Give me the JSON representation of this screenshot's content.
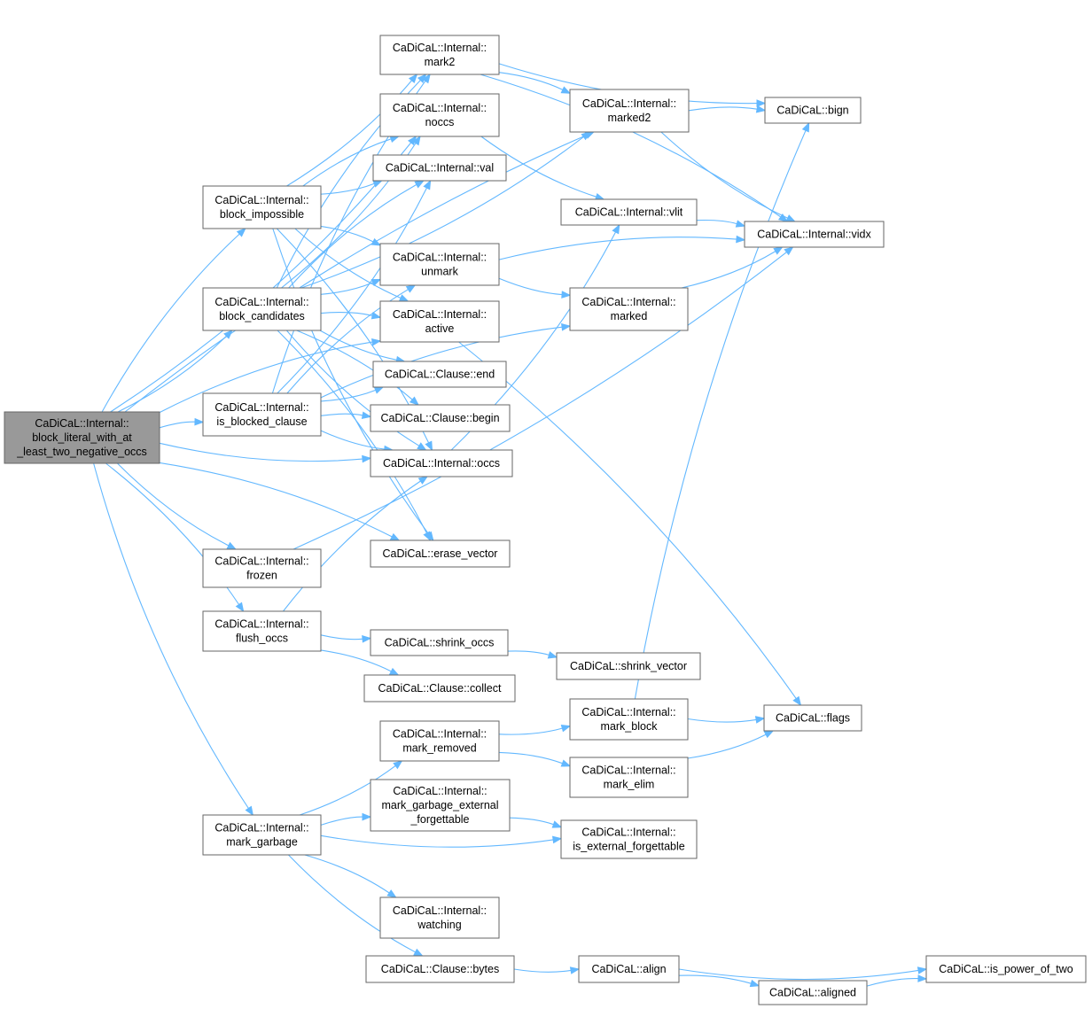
{
  "graph": {
    "nodes": [
      {
        "id": "root",
        "lines": [
          "CaDiCaL::Internal::",
          "block_literal_with_at",
          "_least_two_negative_occs"
        ],
        "highlight": true
      },
      {
        "id": "block_impossible",
        "lines": [
          "CaDiCaL::Internal::",
          "block_impossible"
        ]
      },
      {
        "id": "block_candidates",
        "lines": [
          "CaDiCaL::Internal::",
          "block_candidates"
        ]
      },
      {
        "id": "is_blocked_clause",
        "lines": [
          "CaDiCaL::Internal::",
          "is_blocked_clause"
        ]
      },
      {
        "id": "frozen",
        "lines": [
          "CaDiCaL::Internal::",
          "frozen"
        ]
      },
      {
        "id": "flush_occs",
        "lines": [
          "CaDiCaL::Internal::",
          "flush_occs"
        ]
      },
      {
        "id": "mark_garbage",
        "lines": [
          "CaDiCaL::Internal::",
          "mark_garbage"
        ]
      },
      {
        "id": "mark2",
        "lines": [
          "CaDiCaL::Internal::",
          "mark2"
        ]
      },
      {
        "id": "noccs",
        "lines": [
          "CaDiCaL::Internal::",
          "noccs"
        ]
      },
      {
        "id": "val",
        "lines": [
          "CaDiCaL::Internal::val"
        ]
      },
      {
        "id": "unmark",
        "lines": [
          "CaDiCaL::Internal::",
          "unmark"
        ]
      },
      {
        "id": "active",
        "lines": [
          "CaDiCaL::Internal::",
          "active"
        ]
      },
      {
        "id": "clause_end",
        "lines": [
          "CaDiCaL::Clause::end"
        ]
      },
      {
        "id": "clause_begin",
        "lines": [
          "CaDiCaL::Clause::begin"
        ]
      },
      {
        "id": "occs",
        "lines": [
          "CaDiCaL::Internal::occs"
        ]
      },
      {
        "id": "erase_vector",
        "lines": [
          "CaDiCaL::erase_vector"
        ]
      },
      {
        "id": "shrink_occs",
        "lines": [
          "CaDiCaL::shrink_occs"
        ]
      },
      {
        "id": "clause_collect",
        "lines": [
          "CaDiCaL::Clause::collect"
        ]
      },
      {
        "id": "mark_removed",
        "lines": [
          "CaDiCaL::Internal::",
          "mark_removed"
        ]
      },
      {
        "id": "mark_garbage_external",
        "lines": [
          "CaDiCaL::Internal::",
          "mark_garbage_external",
          "_forgettable"
        ]
      },
      {
        "id": "watching",
        "lines": [
          "CaDiCaL::Internal::",
          "watching"
        ]
      },
      {
        "id": "clause_bytes",
        "lines": [
          "CaDiCaL::Clause::bytes"
        ]
      },
      {
        "id": "marked2",
        "lines": [
          "CaDiCaL::Internal::",
          "marked2"
        ]
      },
      {
        "id": "vlit",
        "lines": [
          "CaDiCaL::Internal::vlit"
        ]
      },
      {
        "id": "marked",
        "lines": [
          "CaDiCaL::Internal::",
          "marked"
        ]
      },
      {
        "id": "shrink_vector",
        "lines": [
          "CaDiCaL::shrink_vector"
        ]
      },
      {
        "id": "mark_block",
        "lines": [
          "CaDiCaL::Internal::",
          "mark_block"
        ]
      },
      {
        "id": "mark_elim",
        "lines": [
          "CaDiCaL::Internal::",
          "mark_elim"
        ]
      },
      {
        "id": "is_external_forgettable",
        "lines": [
          "CaDiCaL::Internal::",
          "is_external_forgettable"
        ]
      },
      {
        "id": "align",
        "lines": [
          "CaDiCaL::align"
        ]
      },
      {
        "id": "aligned",
        "lines": [
          "CaDiCaL::aligned"
        ]
      },
      {
        "id": "bign",
        "lines": [
          "CaDiCaL::bign"
        ]
      },
      {
        "id": "vidx",
        "lines": [
          "CaDiCaL::Internal::vidx"
        ]
      },
      {
        "id": "flags",
        "lines": [
          "CaDiCaL::flags"
        ]
      },
      {
        "id": "is_power_of_two",
        "lines": [
          "CaDiCaL::is_power_of_two"
        ]
      }
    ],
    "edges": [
      [
        "root",
        "block_impossible"
      ],
      [
        "root",
        "block_candidates"
      ],
      [
        "root",
        "is_blocked_clause"
      ],
      [
        "root",
        "frozen"
      ],
      [
        "root",
        "flush_occs"
      ],
      [
        "root",
        "mark_garbage"
      ],
      [
        "root",
        "marked2"
      ],
      [
        "root",
        "noccs"
      ],
      [
        "root",
        "active"
      ],
      [
        "root",
        "occs"
      ],
      [
        "root",
        "erase_vector"
      ],
      [
        "block_impossible",
        "mark2"
      ],
      [
        "block_impossible",
        "noccs"
      ],
      [
        "block_impossible",
        "val"
      ],
      [
        "block_impossible",
        "unmark"
      ],
      [
        "block_impossible",
        "active"
      ],
      [
        "block_impossible",
        "occs"
      ],
      [
        "block_impossible",
        "erase_vector"
      ],
      [
        "block_candidates",
        "mark2"
      ],
      [
        "block_candidates",
        "noccs"
      ],
      [
        "block_candidates",
        "val"
      ],
      [
        "block_candidates",
        "unmark"
      ],
      [
        "block_candidates",
        "active"
      ],
      [
        "block_candidates",
        "clause_end"
      ],
      [
        "block_candidates",
        "clause_begin"
      ],
      [
        "block_candidates",
        "occs"
      ],
      [
        "block_candidates",
        "erase_vector"
      ],
      [
        "block_candidates",
        "marked2"
      ],
      [
        "is_blocked_clause",
        "mark2"
      ],
      [
        "is_blocked_clause",
        "val"
      ],
      [
        "is_blocked_clause",
        "unmark"
      ],
      [
        "is_blocked_clause",
        "clause_end"
      ],
      [
        "is_blocked_clause",
        "clause_begin"
      ],
      [
        "is_blocked_clause",
        "occs"
      ],
      [
        "is_blocked_clause",
        "marked"
      ],
      [
        "frozen",
        "vidx"
      ],
      [
        "flush_occs",
        "occs"
      ],
      [
        "flush_occs",
        "shrink_occs"
      ],
      [
        "flush_occs",
        "clause_collect"
      ],
      [
        "mark_garbage",
        "mark_removed"
      ],
      [
        "mark_garbage",
        "mark_garbage_external"
      ],
      [
        "mark_garbage",
        "is_external_forgettable"
      ],
      [
        "mark_garbage",
        "watching"
      ],
      [
        "mark_garbage",
        "clause_bytes"
      ],
      [
        "mark2",
        "marked2"
      ],
      [
        "mark2",
        "bign"
      ],
      [
        "mark2",
        "vidx"
      ],
      [
        "noccs",
        "vlit"
      ],
      [
        "unmark",
        "vidx"
      ],
      [
        "unmark",
        "marked"
      ],
      [
        "active",
        "flags"
      ],
      [
        "occs",
        "vlit"
      ],
      [
        "marked2",
        "bign"
      ],
      [
        "marked2",
        "vidx"
      ],
      [
        "vlit",
        "vidx"
      ],
      [
        "marked",
        "vidx"
      ],
      [
        "shrink_occs",
        "shrink_vector"
      ],
      [
        "mark_removed",
        "mark_block"
      ],
      [
        "mark_removed",
        "mark_elim"
      ],
      [
        "mark_block",
        "flags"
      ],
      [
        "mark_block",
        "bign"
      ],
      [
        "mark_elim",
        "flags"
      ],
      [
        "mark_garbage_external",
        "is_external_forgettable"
      ],
      [
        "clause_bytes",
        "align"
      ],
      [
        "align",
        "aligned"
      ],
      [
        "align",
        "is_power_of_two"
      ],
      [
        "aligned",
        "is_power_of_two"
      ]
    ]
  }
}
